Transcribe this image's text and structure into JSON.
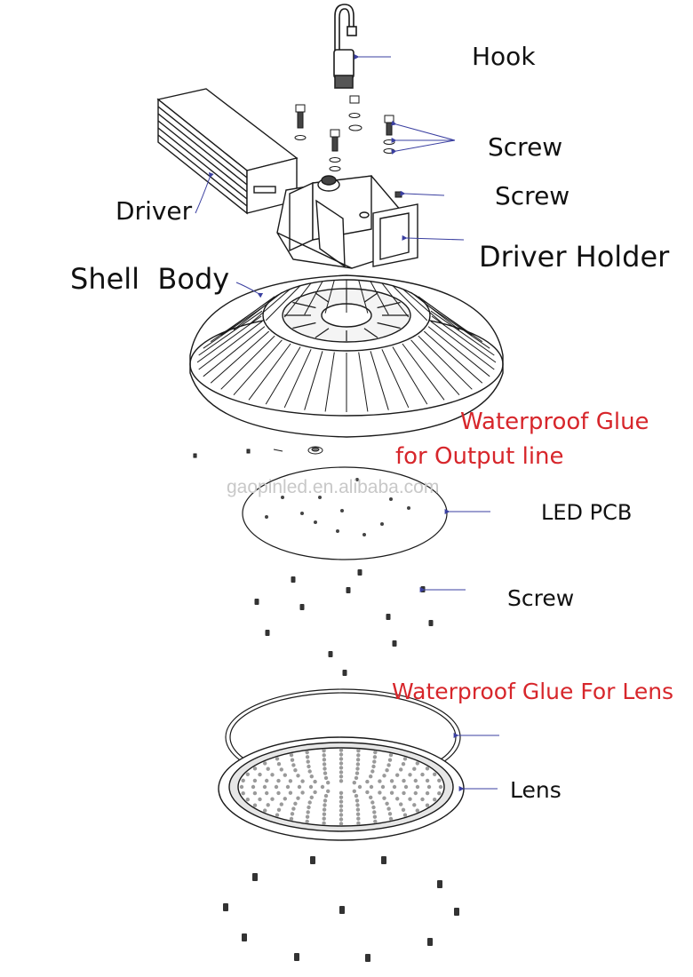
{
  "labels": {
    "hook": "Hook",
    "screw_top": "Screw",
    "screw_mid": "Screw",
    "driver": "Driver",
    "driver_holder": "Driver Holder",
    "shell_body": "Shell  Body",
    "waterproof_output_line_1": "Waterproof Glue",
    "waterproof_output_line_2": "for Output line",
    "led_pcb": "LED PCB",
    "screw_pcb": "Screw",
    "waterproof_lens": "Waterproof Glue For Lens",
    "lens": "Lens"
  },
  "watermark": "gaopinled.en.alibaba.com",
  "colors": {
    "line": "#1a1a1a",
    "label": "#111111",
    "highlight_label": "#d7262b",
    "leader_arrow": "#3a3fa0",
    "watermark": "#c8c8c8"
  }
}
